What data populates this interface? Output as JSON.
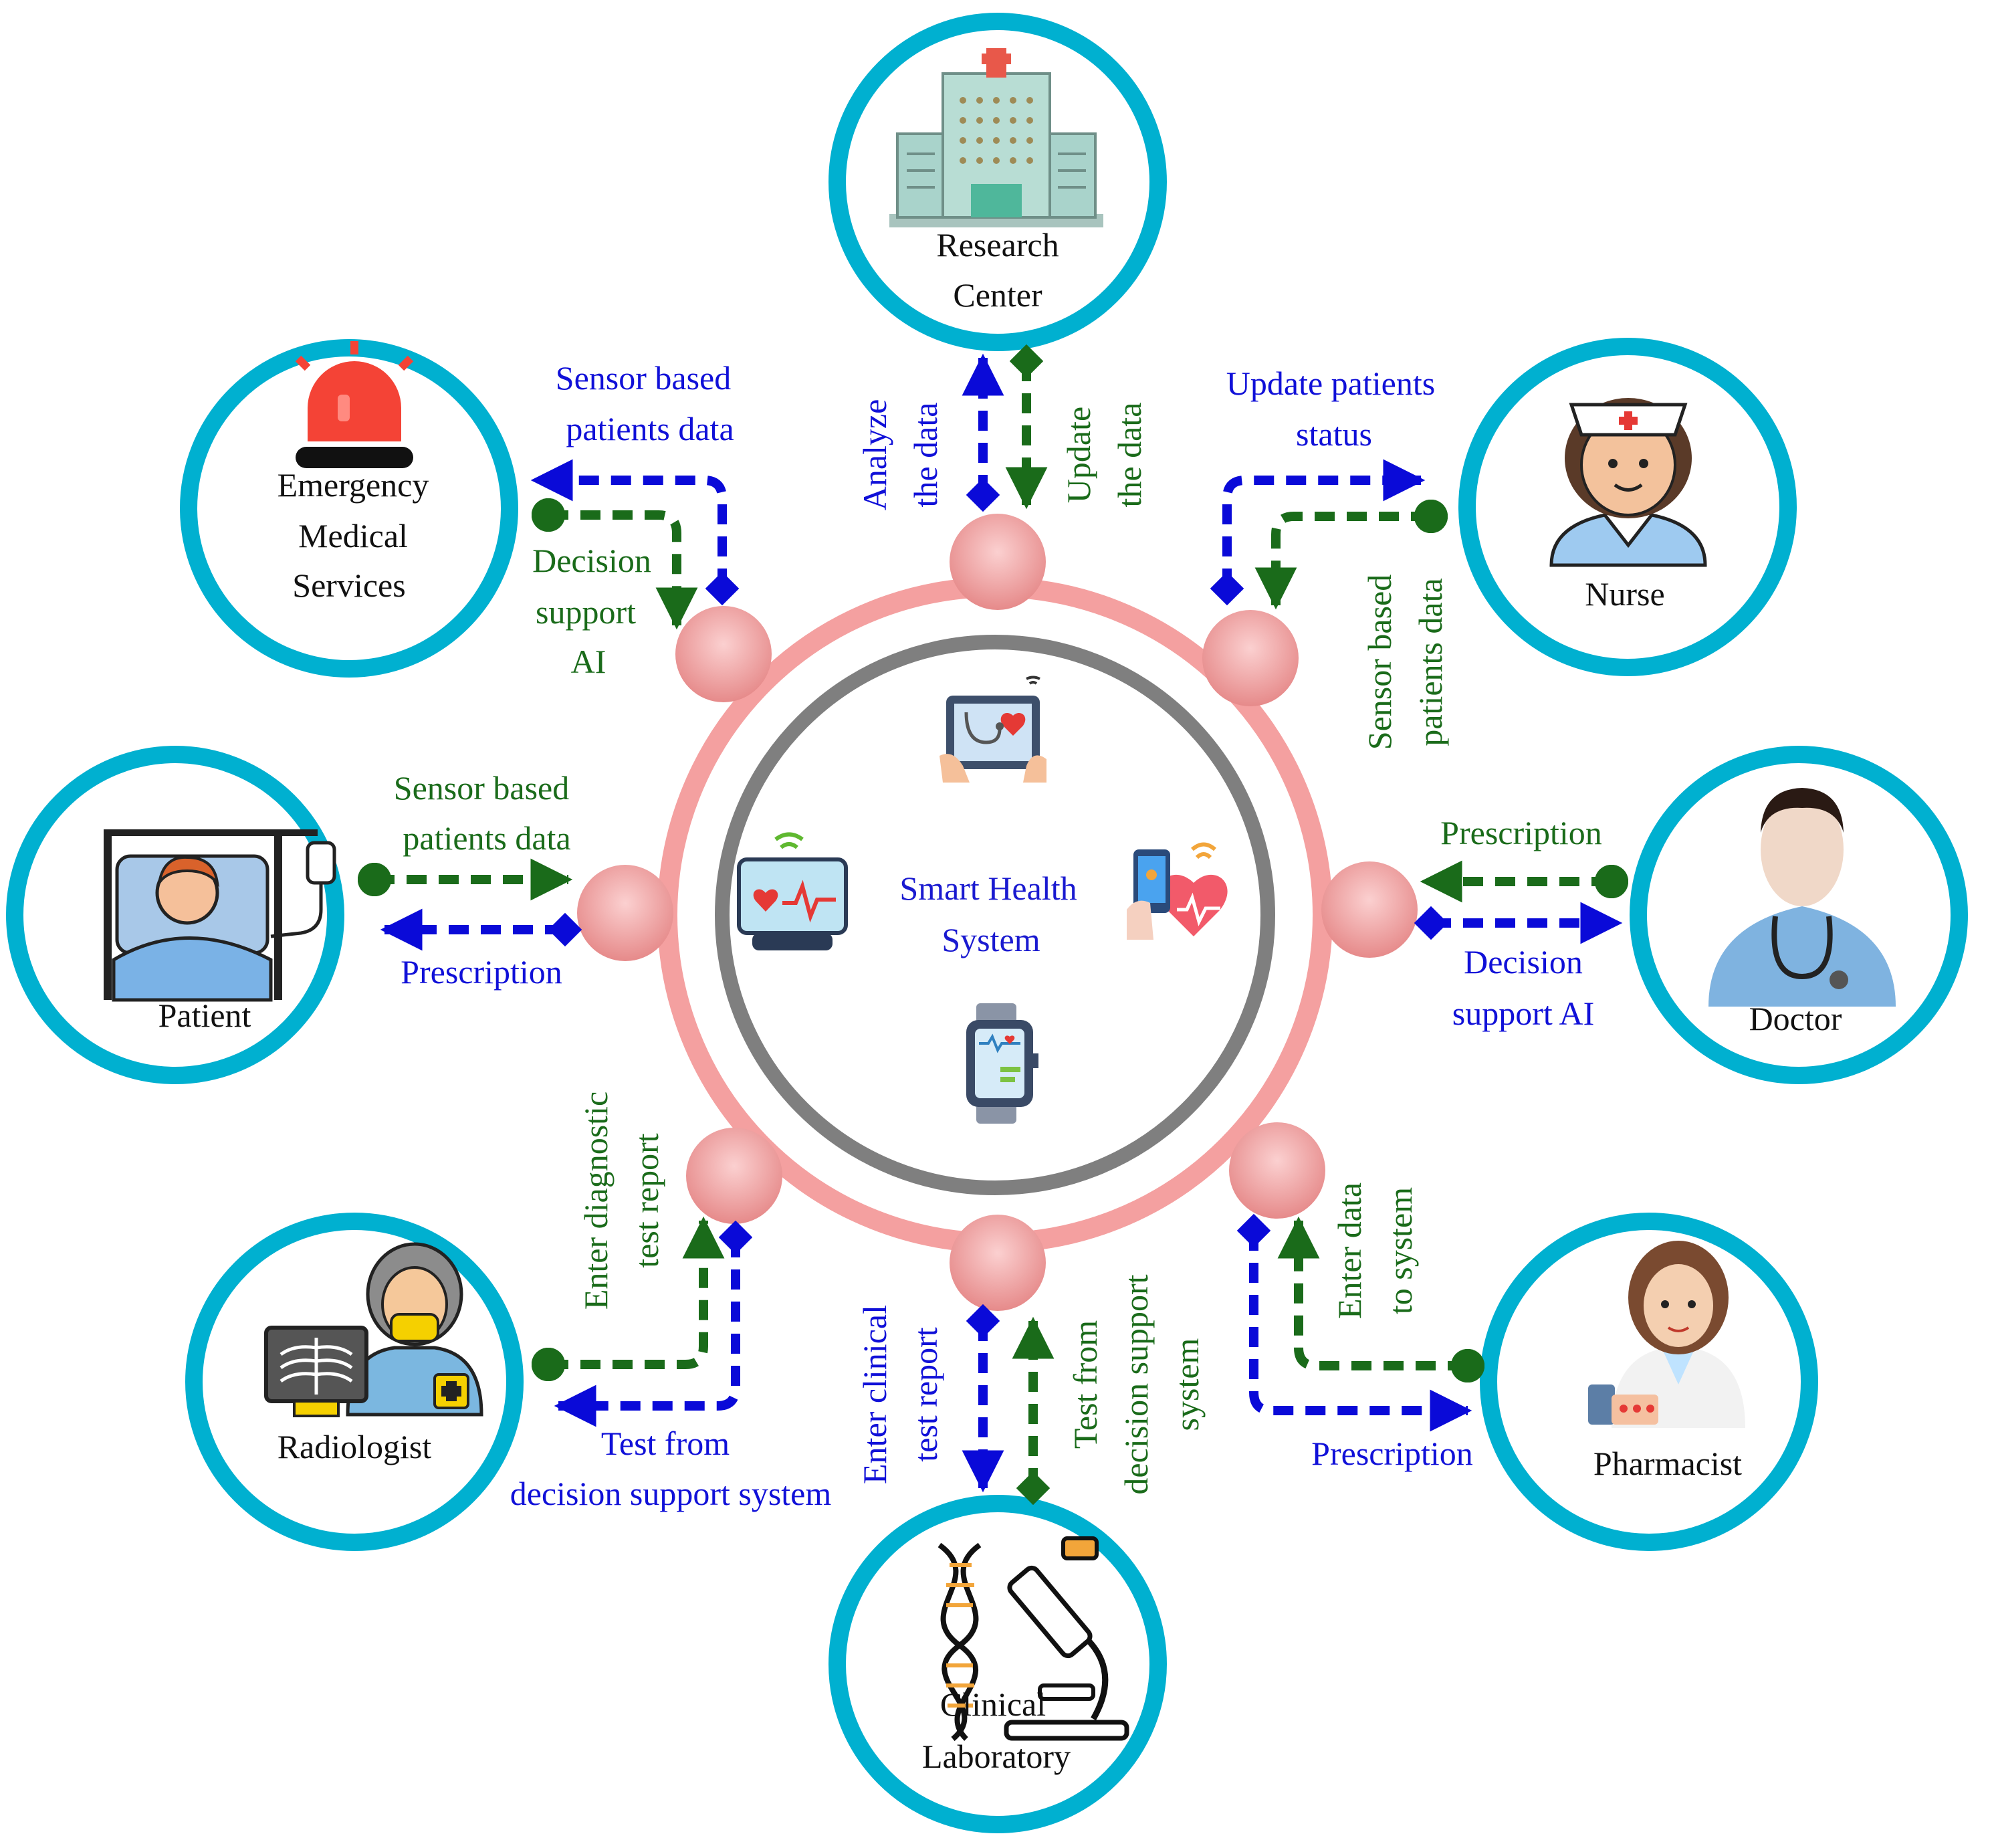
{
  "center": {
    "line1": "Smart Health",
    "line2": "System"
  },
  "nodes": {
    "research": [
      "Research",
      "Center"
    ],
    "nurse": [
      "Nurse"
    ],
    "doctor": [
      "Doctor"
    ],
    "pharmacist": [
      "Pharmacist"
    ],
    "lab": [
      "Clinical",
      "Laboratory"
    ],
    "radiologist": [
      "Radiologist"
    ],
    "patient": [
      "Patient"
    ],
    "ems": [
      "Emergency",
      "Medical",
      "Services"
    ]
  },
  "flows": {
    "ems_out": [
      "Sensor based",
      "patients data"
    ],
    "ems_in": [
      "Decision",
      "support",
      "AI"
    ],
    "research_out": [
      "Analyze",
      "the data"
    ],
    "research_in": [
      "Update",
      "the data"
    ],
    "nurse_out": [
      "Update patients",
      "status"
    ],
    "nurse_in": [
      "Sensor based",
      "patients data"
    ],
    "doctor_in": [
      "Prescription"
    ],
    "doctor_out": [
      "Decision",
      "support AI"
    ],
    "pharm_in": [
      "Enter data",
      "to system"
    ],
    "pharm_out": [
      "Prescription"
    ],
    "lab_out": [
      "Enter clinical",
      "test report"
    ],
    "lab_in": [
      "Test from",
      "decision support",
      "system"
    ],
    "radio_in": [
      "Enter diagnostic",
      "test report"
    ],
    "radio_out": [
      "Test from",
      "decision support system"
    ],
    "patient_in": [
      "Sensor based",
      "patients data"
    ],
    "patient_out": [
      "Prescription"
    ]
  },
  "icons": [
    "hospital-icon",
    "alarm-siren-icon",
    "nurse-icon",
    "doctor-icon",
    "pharmacist-icon",
    "microscope-dna-icon",
    "radiologist-icon",
    "patient-bed-icon",
    "tablet-telemedicine-icon",
    "heart-monitor-icon",
    "phone-heart-icon",
    "smartwatch-icon"
  ],
  "colors": {
    "ring": "#f4a0a0",
    "inner_ring": "#7f7f7f",
    "node_border": "#00b0d0",
    "blue_flow": "#0a0ad8",
    "green_flow": "#1a6b1a"
  }
}
